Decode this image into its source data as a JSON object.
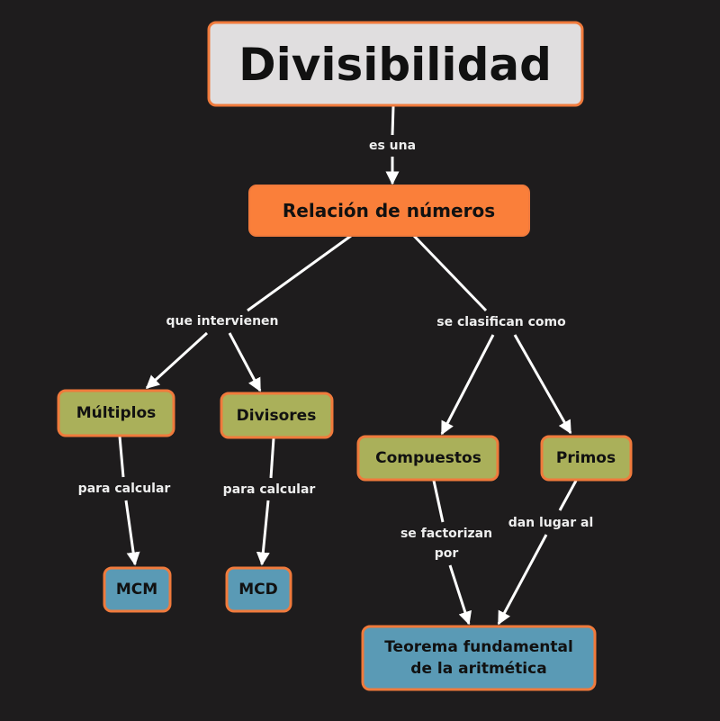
{
  "colors": {
    "background": "#1e1c1d",
    "border": "#f07a3c",
    "title_fill": "#e0dedf",
    "root_fill": "#fa7f3a",
    "concept_fill": "#aab05a",
    "result_fill": "#5a9ab5",
    "link": "#ffffff"
  },
  "nodes": {
    "title": "Divisibilidad",
    "relacion": "Relación de números",
    "multiplos": "Múltiplos",
    "divisores": "Divisores",
    "compuestos": "Compuestos",
    "primos": "Primos",
    "mcm": "MCM",
    "mcd": "MCD",
    "teorema_line1": "Teorema fundamental",
    "teorema_line2": "de la aritmética"
  },
  "links": {
    "es_una": "es una",
    "que_intervienen": "que intervienen",
    "se_clasifican": "se clasifican como",
    "para_calcular_1": "para calcular",
    "para_calcular_2": "para calcular",
    "se_factorizan_line1": "se factorizan",
    "se_factorizan_line2": "por",
    "dan_lugar": "dan lugar al"
  }
}
